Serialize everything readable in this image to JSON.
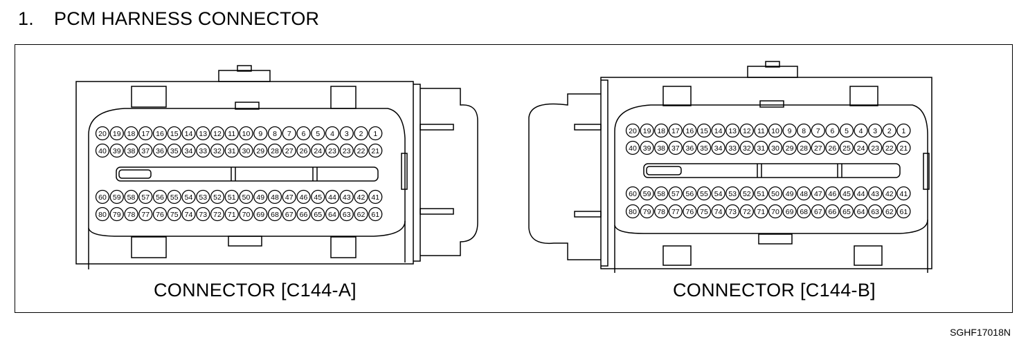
{
  "title": {
    "number": "1.",
    "text": "PCM HARNESS CONNECTOR"
  },
  "connectors": [
    {
      "id": "a",
      "label": "CONNECTOR [C144-A]",
      "rows": [
        [
          "20",
          "19",
          "18",
          "17",
          "16",
          "15",
          "14",
          "13",
          "12",
          "11",
          "10",
          "9",
          "8",
          "7",
          "6",
          "5",
          "4",
          "3",
          "2",
          "1"
        ],
        [
          "40",
          "39",
          "38",
          "37",
          "36",
          "35",
          "34",
          "33",
          "32",
          "31",
          "30",
          "29",
          "28",
          "27",
          "26",
          "24",
          "23",
          "23",
          "22",
          "21"
        ],
        [
          "60",
          "59",
          "58",
          "57",
          "56",
          "55",
          "54",
          "53",
          "52",
          "51",
          "50",
          "49",
          "48",
          "47",
          "46",
          "45",
          "44",
          "43",
          "42",
          "41"
        ],
        [
          "80",
          "79",
          "78",
          "77",
          "76",
          "75",
          "74",
          "73",
          "72",
          "71",
          "70",
          "69",
          "68",
          "67",
          "66",
          "65",
          "64",
          "63",
          "62",
          "61"
        ]
      ]
    },
    {
      "id": "b",
      "label": "CONNECTOR [C144-B]",
      "rows": [
        [
          "20",
          "19",
          "18",
          "17",
          "16",
          "15",
          "14",
          "13",
          "12",
          "11",
          "10",
          "9",
          "8",
          "7",
          "6",
          "5",
          "4",
          "3",
          "2",
          "1"
        ],
        [
          "40",
          "39",
          "38",
          "37",
          "36",
          "35",
          "34",
          "33",
          "32",
          "31",
          "30",
          "29",
          "28",
          "27",
          "26",
          "25",
          "24",
          "23",
          "22",
          "21"
        ],
        [
          "60",
          "59",
          "58",
          "57",
          "56",
          "55",
          "54",
          "53",
          "52",
          "51",
          "50",
          "49",
          "48",
          "47",
          "46",
          "45",
          "44",
          "43",
          "42",
          "41"
        ],
        [
          "80",
          "79",
          "78",
          "77",
          "76",
          "75",
          "74",
          "73",
          "72",
          "71",
          "70",
          "69",
          "68",
          "67",
          "66",
          "65",
          "64",
          "63",
          "62",
          "61"
        ]
      ]
    }
  ],
  "figure_code": "SGHF17018N"
}
